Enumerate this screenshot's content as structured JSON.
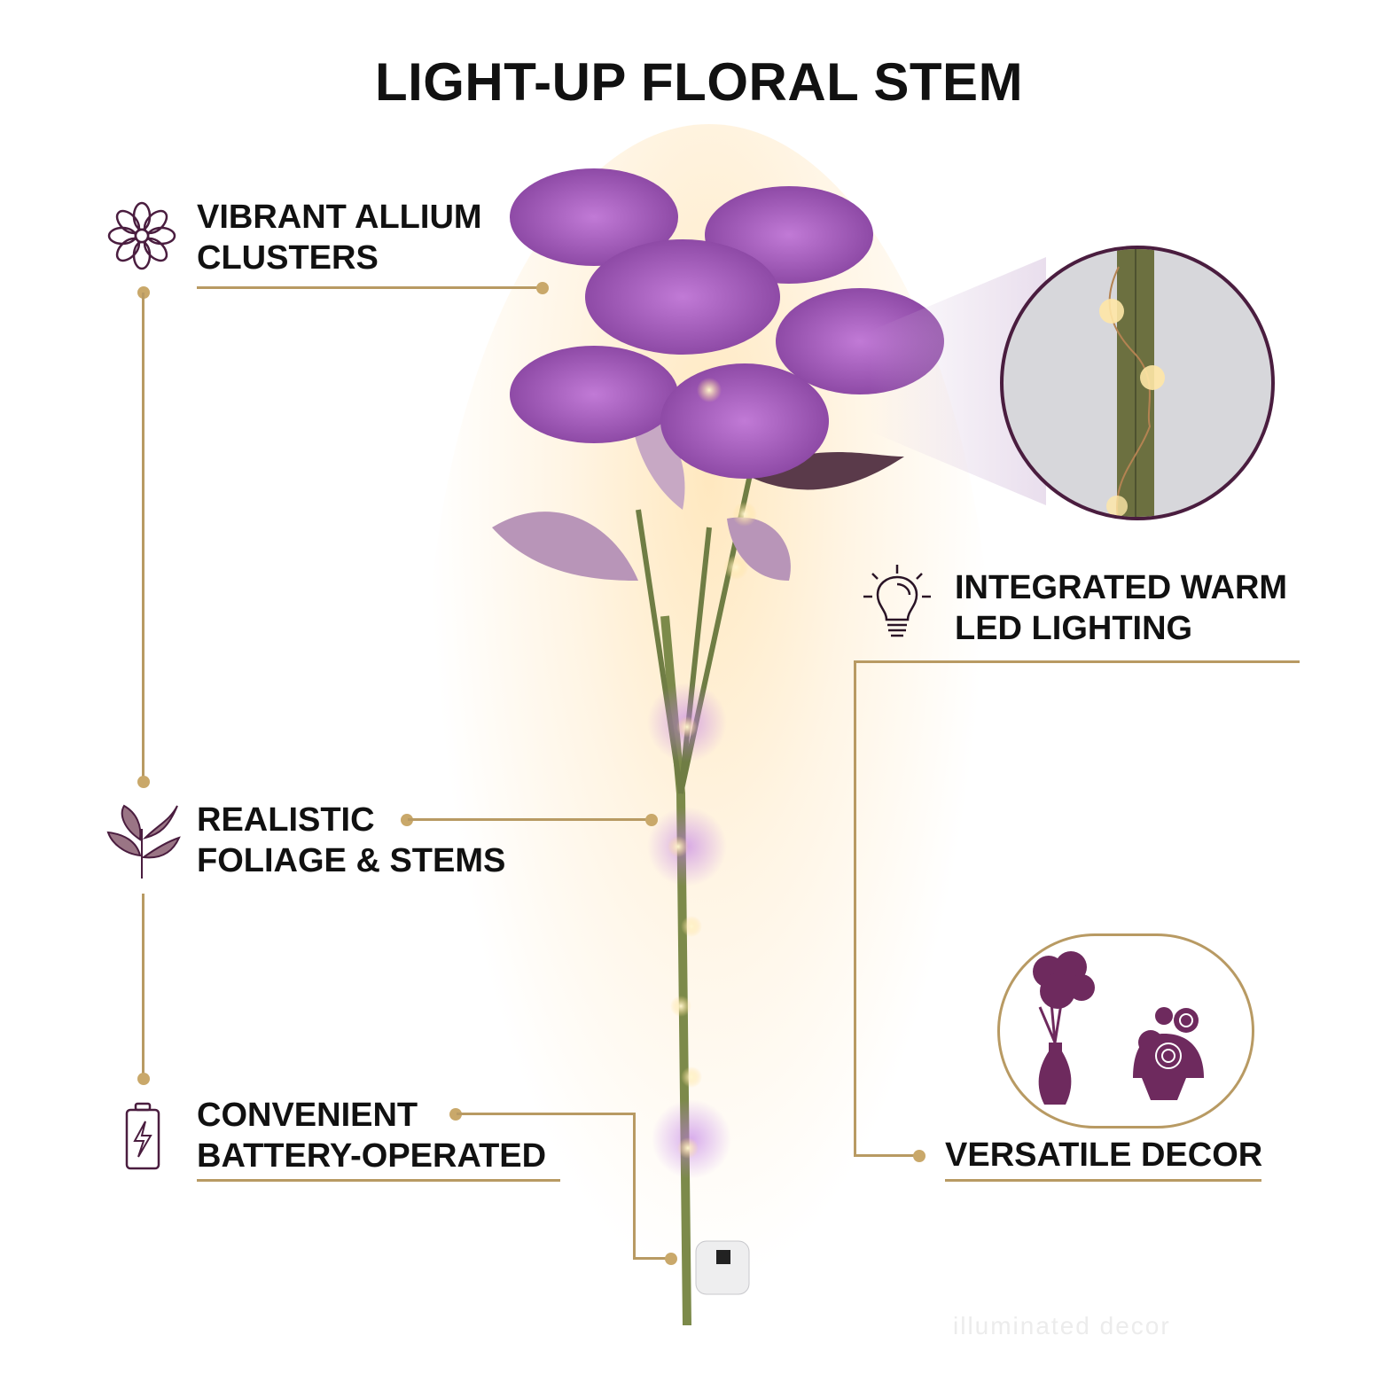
{
  "title": "LIGHT-UP FLORAL STEM",
  "features": [
    {
      "id": "allium",
      "line1": "VIBRANT ALLIUM",
      "line2": "CLUSTERS",
      "icon": "flower-icon"
    },
    {
      "id": "foliage",
      "line1": "REALISTIC",
      "line2": "FOLIAGE & STEMS",
      "icon": "leaf-sprig-icon"
    },
    {
      "id": "battery",
      "line1": "CONVENIENT",
      "line2": "BATTERY-OPERATED",
      "icon": "battery-icon"
    },
    {
      "id": "led",
      "line1": "INTEGRATED WARM",
      "line2": "LED LIGHTING",
      "icon": "lightbulb-icon"
    },
    {
      "id": "decor",
      "line1": "VERSATILE DECOR",
      "line2": "",
      "icon": "vase-bouquet-icon"
    }
  ],
  "ghost_text": "illuminated decor",
  "colors": {
    "accent_gold": "#b89a63",
    "plum": "#6e2a5e",
    "flower_purple": "#a45cb8",
    "text": "#111111"
  }
}
